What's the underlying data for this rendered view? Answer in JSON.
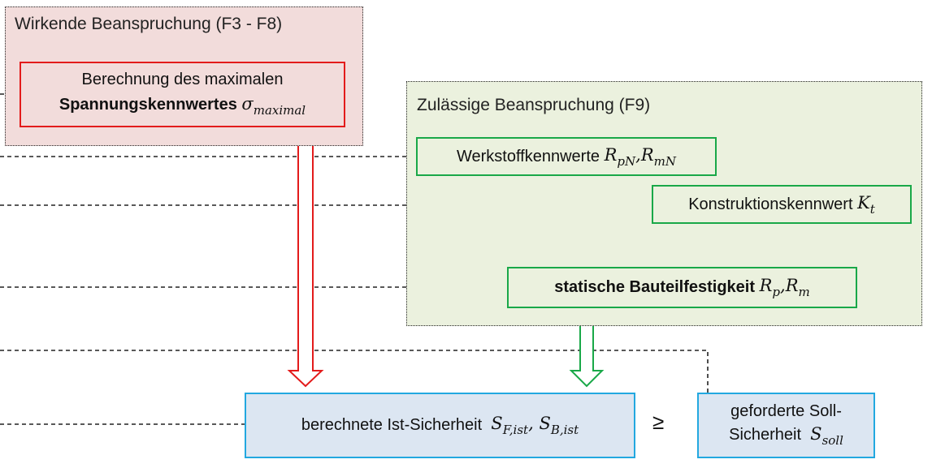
{
  "stress_panel": {
    "title": "Wirkende Beanspruchung (F3 - F8)",
    "box_line1": "Berechnung des maximalen",
    "box_bold": "Spannungskennwertes",
    "box_symbol": "σ",
    "box_symbol_sub": "maximal"
  },
  "allowable_panel": {
    "title": "Zulässige Beanspruchung (F9)",
    "material_label": "Werkstoffkennwerte",
    "material_R1": "R",
    "material_R1_sub": "pN",
    "material_sep": ",",
    "material_R2": "R",
    "material_R2_sub": "mN",
    "design_label": "Konstruktionskennwert",
    "design_symbol": "K",
    "design_symbol_sub": "t",
    "strength_label": "statische Bauteilfestigkeit",
    "strength_R1": "R",
    "strength_R1_sub": "p",
    "strength_sep": ",",
    "strength_R2": "R",
    "strength_R2_sub": "m"
  },
  "actual_safety": {
    "label": "berechnete Ist-Sicherheit",
    "S1": "S",
    "S1_sub": "F,ist",
    "sep": ",",
    "S2": "S",
    "S2_sub": "B,ist"
  },
  "comparison_symbol": "≥",
  "required_safety": {
    "line1": "geforderte Soll-",
    "line2": "Sicherheit",
    "S": "S",
    "S_sub": "soll"
  },
  "colors": {
    "red": "#e31b1b",
    "green": "#19a848",
    "blue": "#22a8e0",
    "red_fill": "#f2dcdb",
    "green_fill": "#ebf1de",
    "blue_fill": "#dce6f2"
  }
}
